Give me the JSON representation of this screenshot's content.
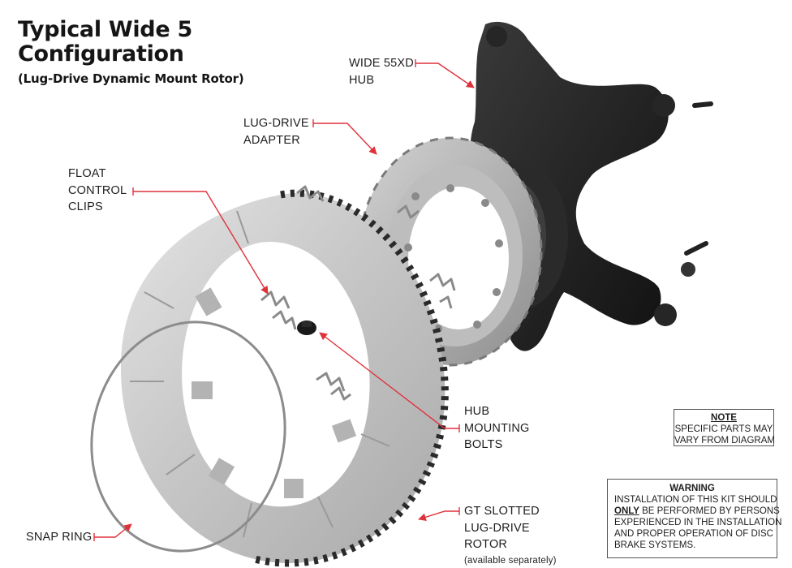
{
  "title": {
    "line1": "Typical Wide 5",
    "line2": "Configuration"
  },
  "subtitle": "(Lug-Drive Dynamic Mount Rotor)",
  "callouts": {
    "hub": {
      "lines": [
        "WIDE 55XD",
        "HUB"
      ]
    },
    "adapter": {
      "lines": [
        "LUG-DRIVE",
        "ADAPTER"
      ]
    },
    "clips": {
      "lines": [
        "FLOAT",
        "CONTROL",
        "CLIPS"
      ]
    },
    "bolts": {
      "lines": [
        "HUB",
        "MOUNTING",
        "BOLTS"
      ]
    },
    "snap_ring": {
      "lines": [
        "SNAP RING"
      ]
    },
    "rotor": {
      "lines": [
        "GT SLOTTED",
        "LUG-DRIVE",
        "ROTOR"
      ],
      "note": "(available separately)"
    }
  },
  "note_box": {
    "heading": "NOTE",
    "lines": [
      "SPECIFIC PARTS MAY",
      "VARY FROM DIAGRAM"
    ]
  },
  "warning_box": {
    "heading": "WARNING",
    "line1": "INSTALLATION OF THIS KIT SHOULD",
    "line2_emphasis": "ONLY",
    "line2_rest": " BE PERFORMED BY PERSONS",
    "line3": "EXPERIENCED IN THE INSTALLATION",
    "line4": "AND PROPER OPERATION OF DISC",
    "line5": "BRAKE SYSTEMS."
  },
  "colors": {
    "leader": "#e0313b",
    "hub": "#1f1f1f",
    "metal": "#b9b9b9",
    "text": "#1a1a1a"
  }
}
